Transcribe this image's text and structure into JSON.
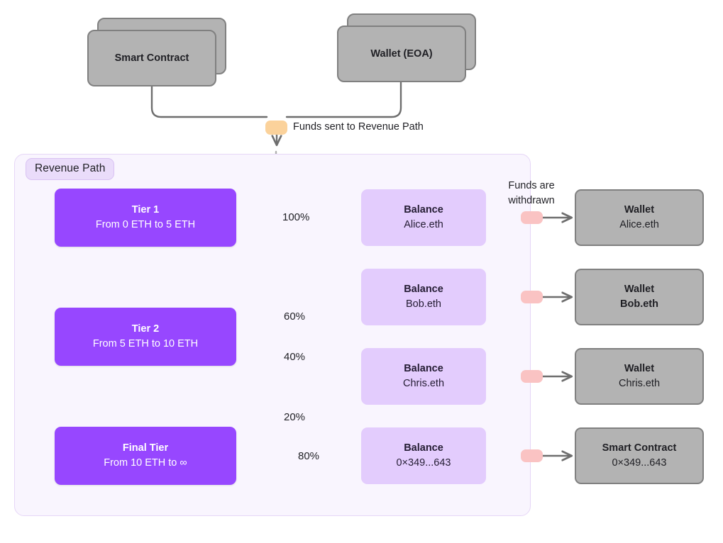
{
  "diagram": {
    "title": "Revenue Path fund flow",
    "container_label": "Revenue Path",
    "colors": {
      "tier_purple": "#9747FF",
      "balance_lavender": "#E3CCFD",
      "node_gray": "#B3B3B3",
      "node_gray_border": "#808080",
      "container_bg": "#F9F5FE",
      "container_border": "#E6D6F7",
      "badge_bg": "#EADCFA",
      "pill_orange": "#FBD29B",
      "pill_pink": "#FAC3C3",
      "edge_gray": "#B0B0B0",
      "edge_dark": "#6E6E6E"
    }
  },
  "sources": [
    {
      "label": "Smart Contract",
      "icon": "stacked-card-icon"
    },
    {
      "label": "Wallet (EOA)",
      "icon": "stacked-card-icon"
    }
  ],
  "inflow": {
    "pill_label": "funds-pill",
    "label": "Funds sent to Revenue Path"
  },
  "tiers": [
    {
      "title": "Tier 1",
      "range": "From 0 ETH to 5 ETH"
    },
    {
      "title": "Tier 2",
      "range": "From 5 ETH to 10 ETH"
    },
    {
      "title": "Final Tier",
      "range": "From 10 ETH to ∞"
    }
  ],
  "splits": [
    {
      "pct": "100%",
      "from": "Tier 1",
      "to": "Balance Alice.eth"
    },
    {
      "pct": "60%",
      "from": "Tier 2",
      "to": "Balance Bob.eth"
    },
    {
      "pct": "40%",
      "from": "Tier 2",
      "to": "Balance Chris.eth"
    },
    {
      "pct": "20%",
      "from": "Final Tier",
      "to": "Balance Chris.eth"
    },
    {
      "pct": "80%",
      "from": "Final Tier",
      "to": "Balance 0×349...643"
    }
  ],
  "balances": [
    {
      "title": "Balance",
      "account": "Alice.eth"
    },
    {
      "title": "Balance",
      "account": "Bob.eth"
    },
    {
      "title": "Balance",
      "account": "Chris.eth"
    },
    {
      "title": "Balance",
      "account": "0×349...643"
    }
  ],
  "withdrawal": {
    "label_line1": "Funds are",
    "label_line2": "withdrawn",
    "label": "Funds are withdrawn",
    "pill_label": "withdraw-pill"
  },
  "destinations": [
    {
      "title": "Wallet",
      "account": "Alice.eth",
      "account_bold": false
    },
    {
      "title": "Wallet",
      "account": "Bob.eth",
      "account_bold": true
    },
    {
      "title": "Wallet",
      "account": "Chris.eth",
      "account_bold": false
    },
    {
      "title": "Smart Contract",
      "account": "0×349...643",
      "account_bold": false
    }
  ]
}
